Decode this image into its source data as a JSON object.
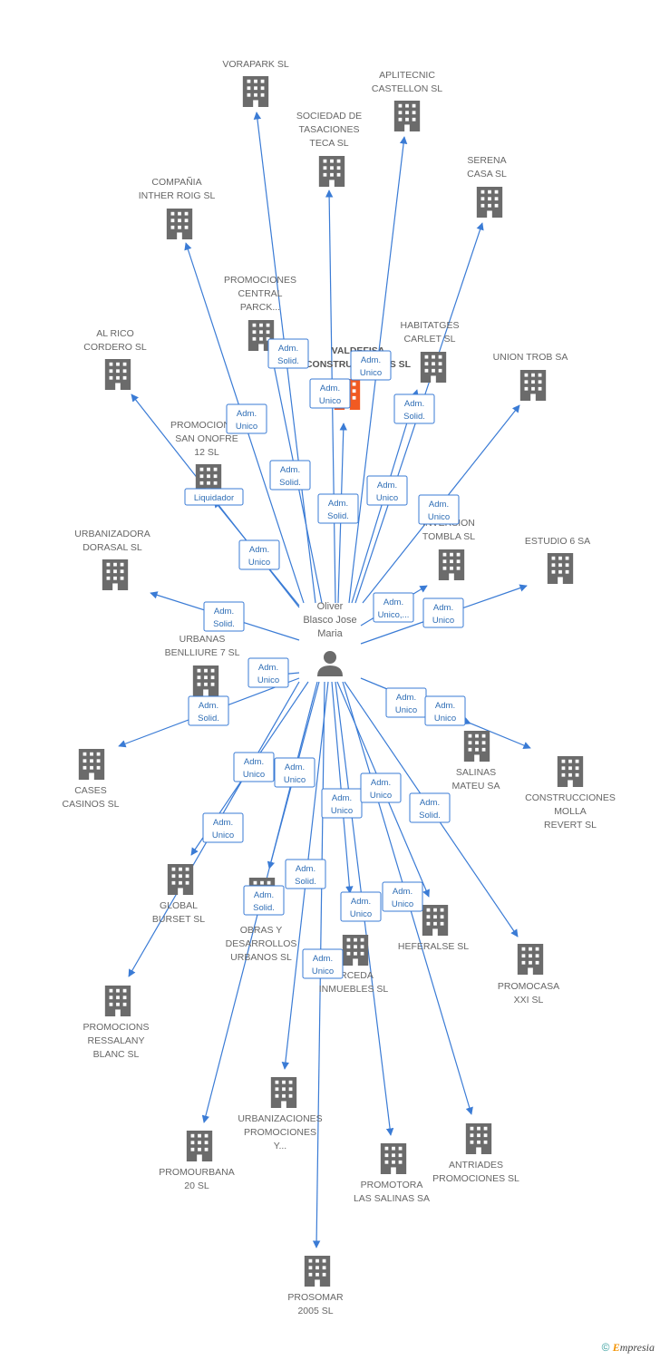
{
  "center": {
    "name_lines": [
      "Oliver",
      "Blasco Jose",
      "Maria"
    ]
  },
  "colors": {
    "edge": "#3a7bd5",
    "role_text": "#2e6db5",
    "building": "#6b6b6b",
    "highlight": "#f15a22",
    "label": "#666666"
  },
  "companies": [
    {
      "id": "vorapark",
      "lines": [
        "VORAPARK SL"
      ],
      "role": [
        "Adm.",
        "Solid."
      ]
    },
    {
      "id": "aplitecnic",
      "lines": [
        "APLITECNIC",
        "CASTELLON SL"
      ],
      "role": [
        "Adm.",
        "Unico"
      ]
    },
    {
      "id": "sociedad-tasaciones",
      "lines": [
        "SOCIEDAD DE",
        "TASACIONES",
        "TECA SL"
      ],
      "role": [
        "Adm.",
        "Unico"
      ]
    },
    {
      "id": "serena-casa",
      "lines": [
        "SERENA",
        "CASA SL"
      ],
      "role": [
        "Adm.",
        "Solid."
      ]
    },
    {
      "id": "compania-inther",
      "lines": [
        "COMPAÑIA",
        "INTHER ROIG SL"
      ],
      "role": [
        "Adm.",
        "Unico"
      ]
    },
    {
      "id": "promociones-central",
      "lines": [
        "PROMOCIONES",
        "CENTRAL",
        "PARCK..."
      ],
      "role": [
        "Adm.",
        "Solid."
      ]
    },
    {
      "id": "valdefisa",
      "lines": [
        "VALDEFISA",
        "CONSTRUCCIONES SL"
      ],
      "role": [
        "Adm.",
        "Solid."
      ],
      "highlight": true
    },
    {
      "id": "habitatges-carlet",
      "lines": [
        "HABITATGES",
        "CARLET SL"
      ],
      "role": [
        "Adm.",
        "Unico"
      ]
    },
    {
      "id": "union-trob",
      "lines": [
        "UNION TROB SA"
      ],
      "role": [
        "Adm.",
        "Unico"
      ]
    },
    {
      "id": "al-rico-cordero",
      "lines": [
        "AL RICO",
        "CORDERO SL"
      ],
      "role": [
        "Liquidador"
      ]
    },
    {
      "id": "promociones-san-onofre",
      "lines": [
        "PROMOCIONES",
        "SAN ONOFRE",
        "12 SL"
      ],
      "role": [
        "Adm.",
        "Unico"
      ]
    },
    {
      "id": "inversion-tomba",
      "lines": [
        "INVERSION",
        "TOMBLA SL"
      ],
      "role": [
        "Adm.",
        "Unico,..."
      ]
    },
    {
      "id": "estudio-6",
      "lines": [
        "ESTUDIO 6 SA"
      ],
      "role": [
        "Adm.",
        "Unico"
      ]
    },
    {
      "id": "urbanizadora-dorasal",
      "lines": [
        "URBANIZADORA",
        "DORASAL SL"
      ],
      "role": [
        "Adm.",
        "Solid."
      ]
    },
    {
      "id": "urbanas-benlliure",
      "lines": [
        "URBANAS",
        "BENLLIURE 7 SL"
      ],
      "role": [
        "Adm.",
        "Unico"
      ]
    },
    {
      "id": "cases-casinos",
      "lines": [
        "CASES",
        "CASINOS SL"
      ],
      "role": [
        "Adm.",
        "Solid."
      ]
    },
    {
      "id": "salinas-mateu",
      "lines": [
        "SALINAS",
        "MATEU SA"
      ],
      "role": [
        "Adm.",
        "Unico"
      ]
    },
    {
      "id": "construcciones-molla",
      "lines": [
        "CONSTRUCCIONES",
        "MOLLA",
        "REVERT SL"
      ],
      "role": [
        "Adm.",
        "Unico"
      ]
    },
    {
      "id": "global-burset",
      "lines": [
        "GLOBAL",
        "BURSET SL"
      ],
      "role": [
        "Adm.",
        "Unico"
      ]
    },
    {
      "id": "obras-desarrollos",
      "lines": [
        "OBRAS Y",
        "DESARROLLOS",
        "URBANOS SL"
      ],
      "role": [
        "Adm.",
        "Unico"
      ]
    },
    {
      "id": "arceda-inmuebles",
      "lines": [
        "ARCEDA",
        "INMUEBLES SL"
      ],
      "role": [
        "Adm.",
        "Unico"
      ]
    },
    {
      "id": "heferalse",
      "lines": [
        "HEFERALSE SL"
      ],
      "role": [
        "Adm.",
        "Unico"
      ]
    },
    {
      "id": "promocasa",
      "lines": [
        "PROMOCASA",
        "XXI SL"
      ],
      "role": [
        "Adm.",
        "Solid."
      ]
    },
    {
      "id": "promocions-ressalany",
      "lines": [
        "PROMOCIONS",
        "RESSALANY",
        "BLANC SL"
      ],
      "role": [
        "Adm.",
        "Unico"
      ]
    },
    {
      "id": "urbanizaciones-promociones",
      "lines": [
        "URBANIZACIONES",
        "PROMOCIONES",
        "Y..."
      ],
      "role": [
        "Adm.",
        "Solid."
      ]
    },
    {
      "id": "promourbana",
      "lines": [
        "PROMOURBANA",
        "20 SL"
      ],
      "role": [
        "Adm.",
        "Solid."
      ]
    },
    {
      "id": "promotora-salinas",
      "lines": [
        "PROMOTORA",
        "LAS SALINAS SA"
      ],
      "role": [
        "Adm.",
        "Unico"
      ]
    },
    {
      "id": "antriades",
      "lines": [
        "ANTRIADES",
        "PROMOCIONES SL"
      ],
      "role": [
        "Adm.",
        "Unico"
      ]
    },
    {
      "id": "prosomar",
      "lines": [
        "PROSOMAR",
        "2005 SL"
      ],
      "role": [
        "Adm.",
        "Unico"
      ]
    }
  ],
  "footer": {
    "copyright": "©",
    "brand_first": "E",
    "brand_rest": "mpresia"
  }
}
